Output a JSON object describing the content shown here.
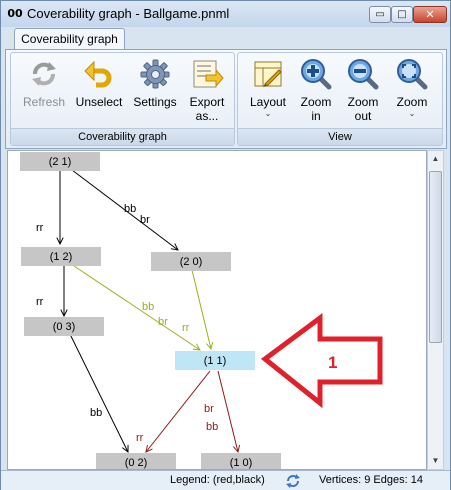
{
  "window": {
    "title": "Coverability graph - Ballgame.pnml",
    "app_icon_text": "00",
    "minimize_glyph": "▭",
    "maximize_glyph": "□",
    "close_glyph": "✕"
  },
  "ribbon": {
    "tab_label": "Coverability graph",
    "groups": [
      {
        "label": "Coverability graph",
        "buttons": [
          {
            "label": "Refresh",
            "icon": "refresh-icon",
            "enabled": false
          },
          {
            "label": "Unselect",
            "icon": "undo-arrow-icon",
            "enabled": true
          },
          {
            "label": "Settings",
            "icon": "gear-icon",
            "enabled": true
          },
          {
            "label": "Export",
            "label2": "as...",
            "icon": "export-icon",
            "enabled": true
          }
        ]
      },
      {
        "label": "View",
        "buttons": [
          {
            "label": "Layout",
            "icon": "layout-icon",
            "dropdown": "⌄"
          },
          {
            "label": "Zoom",
            "label2": "in",
            "icon": "zoom-in-icon"
          },
          {
            "label": "Zoom",
            "label2": "out",
            "icon": "zoom-out-icon"
          },
          {
            "label": "Zoom",
            "icon": "zoom-fit-icon",
            "dropdown": "⌄"
          }
        ]
      }
    ]
  },
  "graph": {
    "nodes": [
      {
        "id": "n21",
        "label": "(2 1)",
        "selected": false
      },
      {
        "id": "n12",
        "label": "(1 2)",
        "selected": false
      },
      {
        "id": "n20",
        "label": "(2 0)",
        "selected": false
      },
      {
        "id": "n03",
        "label": "(0 3)",
        "selected": false
      },
      {
        "id": "n11",
        "label": "(1 1)",
        "selected": true
      },
      {
        "id": "n02",
        "label": "(0 2)",
        "selected": false
      },
      {
        "id": "n10",
        "label": "(1 0)",
        "selected": false
      }
    ],
    "edges": [
      {
        "from": "n21",
        "to": "n12",
        "labels": [
          "rr"
        ],
        "color": "#000000"
      },
      {
        "from": "n21",
        "to": "n20",
        "labels": [
          "bb",
          "br"
        ],
        "color": "#000000"
      },
      {
        "from": "n12",
        "to": "n03",
        "labels": [
          "rr"
        ],
        "color": "#000000"
      },
      {
        "from": "n12",
        "to": "n11",
        "labels": [
          "bb",
          "br"
        ],
        "color": "#9aaf1e"
      },
      {
        "from": "n20",
        "to": "n11",
        "labels": [
          "rr"
        ],
        "color": "#9aaf1e"
      },
      {
        "from": "n03",
        "to": "n02",
        "labels": [
          "bb"
        ],
        "color": "#000000"
      },
      {
        "from": "n11",
        "to": "n02",
        "labels": [
          "rr"
        ],
        "color": "#8b1a1a"
      },
      {
        "from": "n11",
        "to": "n10",
        "labels": [
          "br",
          "bb"
        ],
        "color": "#8b1a1a"
      }
    ],
    "annotation": {
      "number": "1",
      "color": "#e0202a"
    }
  },
  "status": {
    "legend": "Legend: (red,black)",
    "counts": "Vertices: 9 Edges: 14"
  },
  "colors": {
    "node_fill": "#c6c6c6",
    "selected_node_fill": "#bfe6f6",
    "accent_arrow": "#e0202a"
  }
}
